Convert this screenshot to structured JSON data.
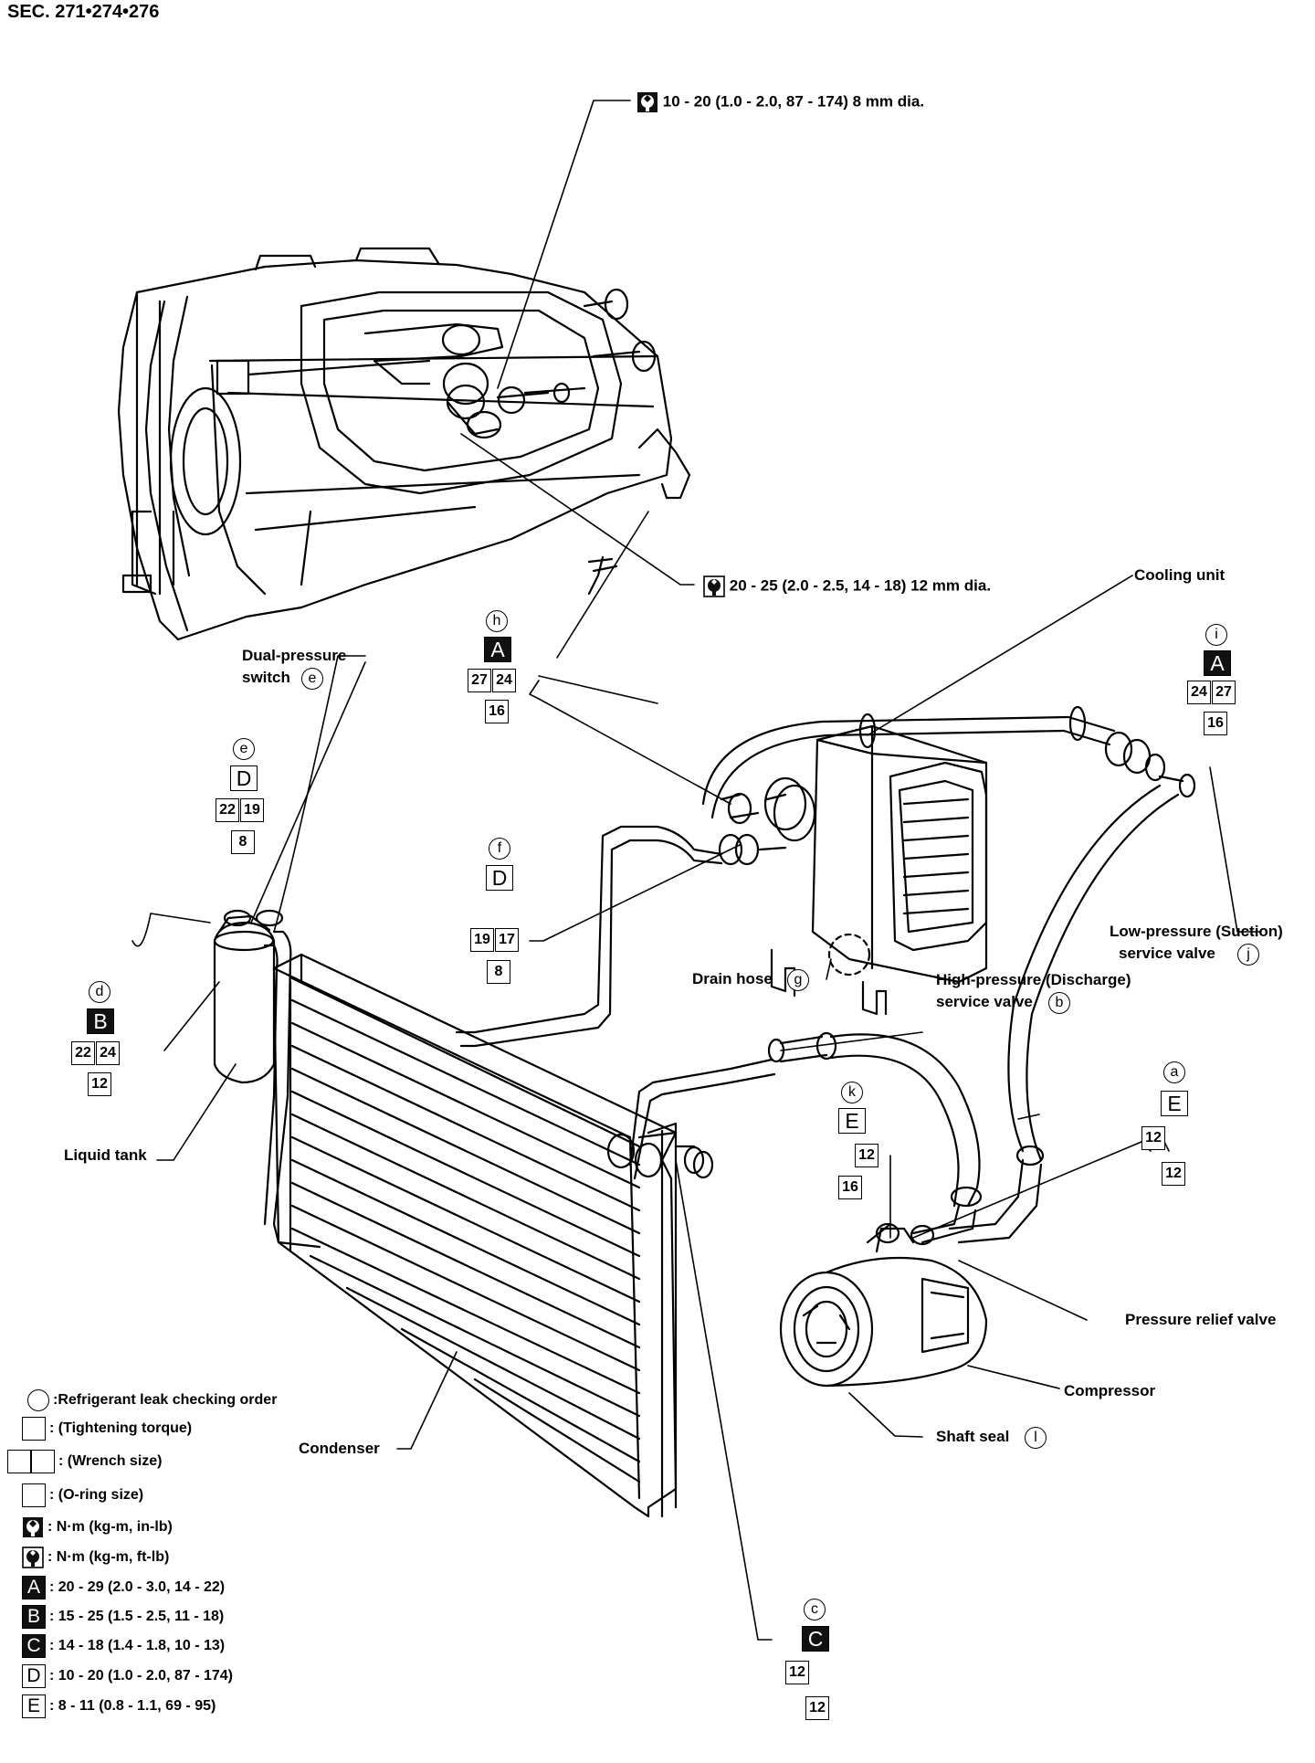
{
  "header": {
    "section": "SEC. 271•274•276"
  },
  "torque_notes": {
    "upper": "10 - 20 (1.0 - 2.0, 87 - 174) 8 mm dia.",
    "lower": "20 - 25 (2.0 - 2.5, 14 - 18) 12 mm dia."
  },
  "labels": {
    "cooling_unit": "Cooling unit",
    "dual_pressure_switch_1": "Dual-pressure",
    "dual_pressure_switch_2": "switch",
    "low_pressure_1": "Low-pressure (Suction)",
    "low_pressure_2": "service valve",
    "high_pressure_1": "High-pressure (Discharge)",
    "high_pressure_2": "service valve",
    "drain_hose": "Drain hose",
    "liquid_tank": "Liquid tank",
    "condenser": "Condenser",
    "pressure_relief_valve": "Pressure relief valve",
    "compressor": "Compressor",
    "shaft_seal": "Shaft seal"
  },
  "callouts": {
    "h": {
      "order": "h",
      "torque": "A",
      "wrench": [
        "27",
        "24"
      ],
      "oring": "16"
    },
    "i": {
      "order": "i",
      "torque": "A",
      "wrench": [
        "24",
        "27"
      ],
      "oring": "16"
    },
    "e": {
      "order": "e",
      "torque": "D",
      "wrench": [
        "22",
        "19"
      ],
      "oring": "8"
    },
    "f": {
      "order": "f",
      "torque": "D",
      "wrench": [
        "19",
        "17"
      ],
      "oring": "8"
    },
    "d": {
      "order": "d",
      "torque": "B",
      "wrench": [
        "22",
        "24"
      ],
      "oring": "12"
    },
    "k": {
      "order": "k",
      "torque": "E",
      "wrench": [
        "12"
      ],
      "oring": "16"
    },
    "a": {
      "order": "a",
      "torque": "E",
      "wrench": [
        "12"
      ],
      "oring": "12"
    },
    "c": {
      "order": "c",
      "torque": "C",
      "wrench": [
        "12"
      ],
      "oring": "12"
    },
    "e_switch": "e",
    "j": "j",
    "g": "g",
    "b": "b",
    "l": "l"
  },
  "legend": [
    {
      "symbol": "circle",
      "text": ":Refrigerant leak checking order"
    },
    {
      "symbol": "square",
      "text": ": (Tightening torque)"
    },
    {
      "symbol": "double-square",
      "text": ": (Wrench size)"
    },
    {
      "symbol": "square",
      "text": ": (O-ring size)"
    },
    {
      "symbol": "torque-wrench-icon",
      "text": ": N·m (kg-m, in-lb)"
    },
    {
      "symbol": "torque-wrench-open-icon",
      "text": ": N·m (kg-m, ft-lb)"
    },
    {
      "symbol": "A",
      "dark": true,
      "text": ": 20 - 29 (2.0 - 3.0, 14 - 22)"
    },
    {
      "symbol": "B",
      "dark": true,
      "text": ": 15 - 25 (1.5 - 2.5, 11 - 18)"
    },
    {
      "symbol": "C",
      "dark": true,
      "text": ": 14 - 18 (1.4 - 1.8, 10 - 13)"
    },
    {
      "symbol": "D",
      "dark": false,
      "text": ": 10 - 20 (1.0 - 2.0, 87 - 174)"
    },
    {
      "symbol": "E",
      "dark": false,
      "text": ": 8 - 11 (0.8 - 1.1, 69 - 95)"
    }
  ]
}
